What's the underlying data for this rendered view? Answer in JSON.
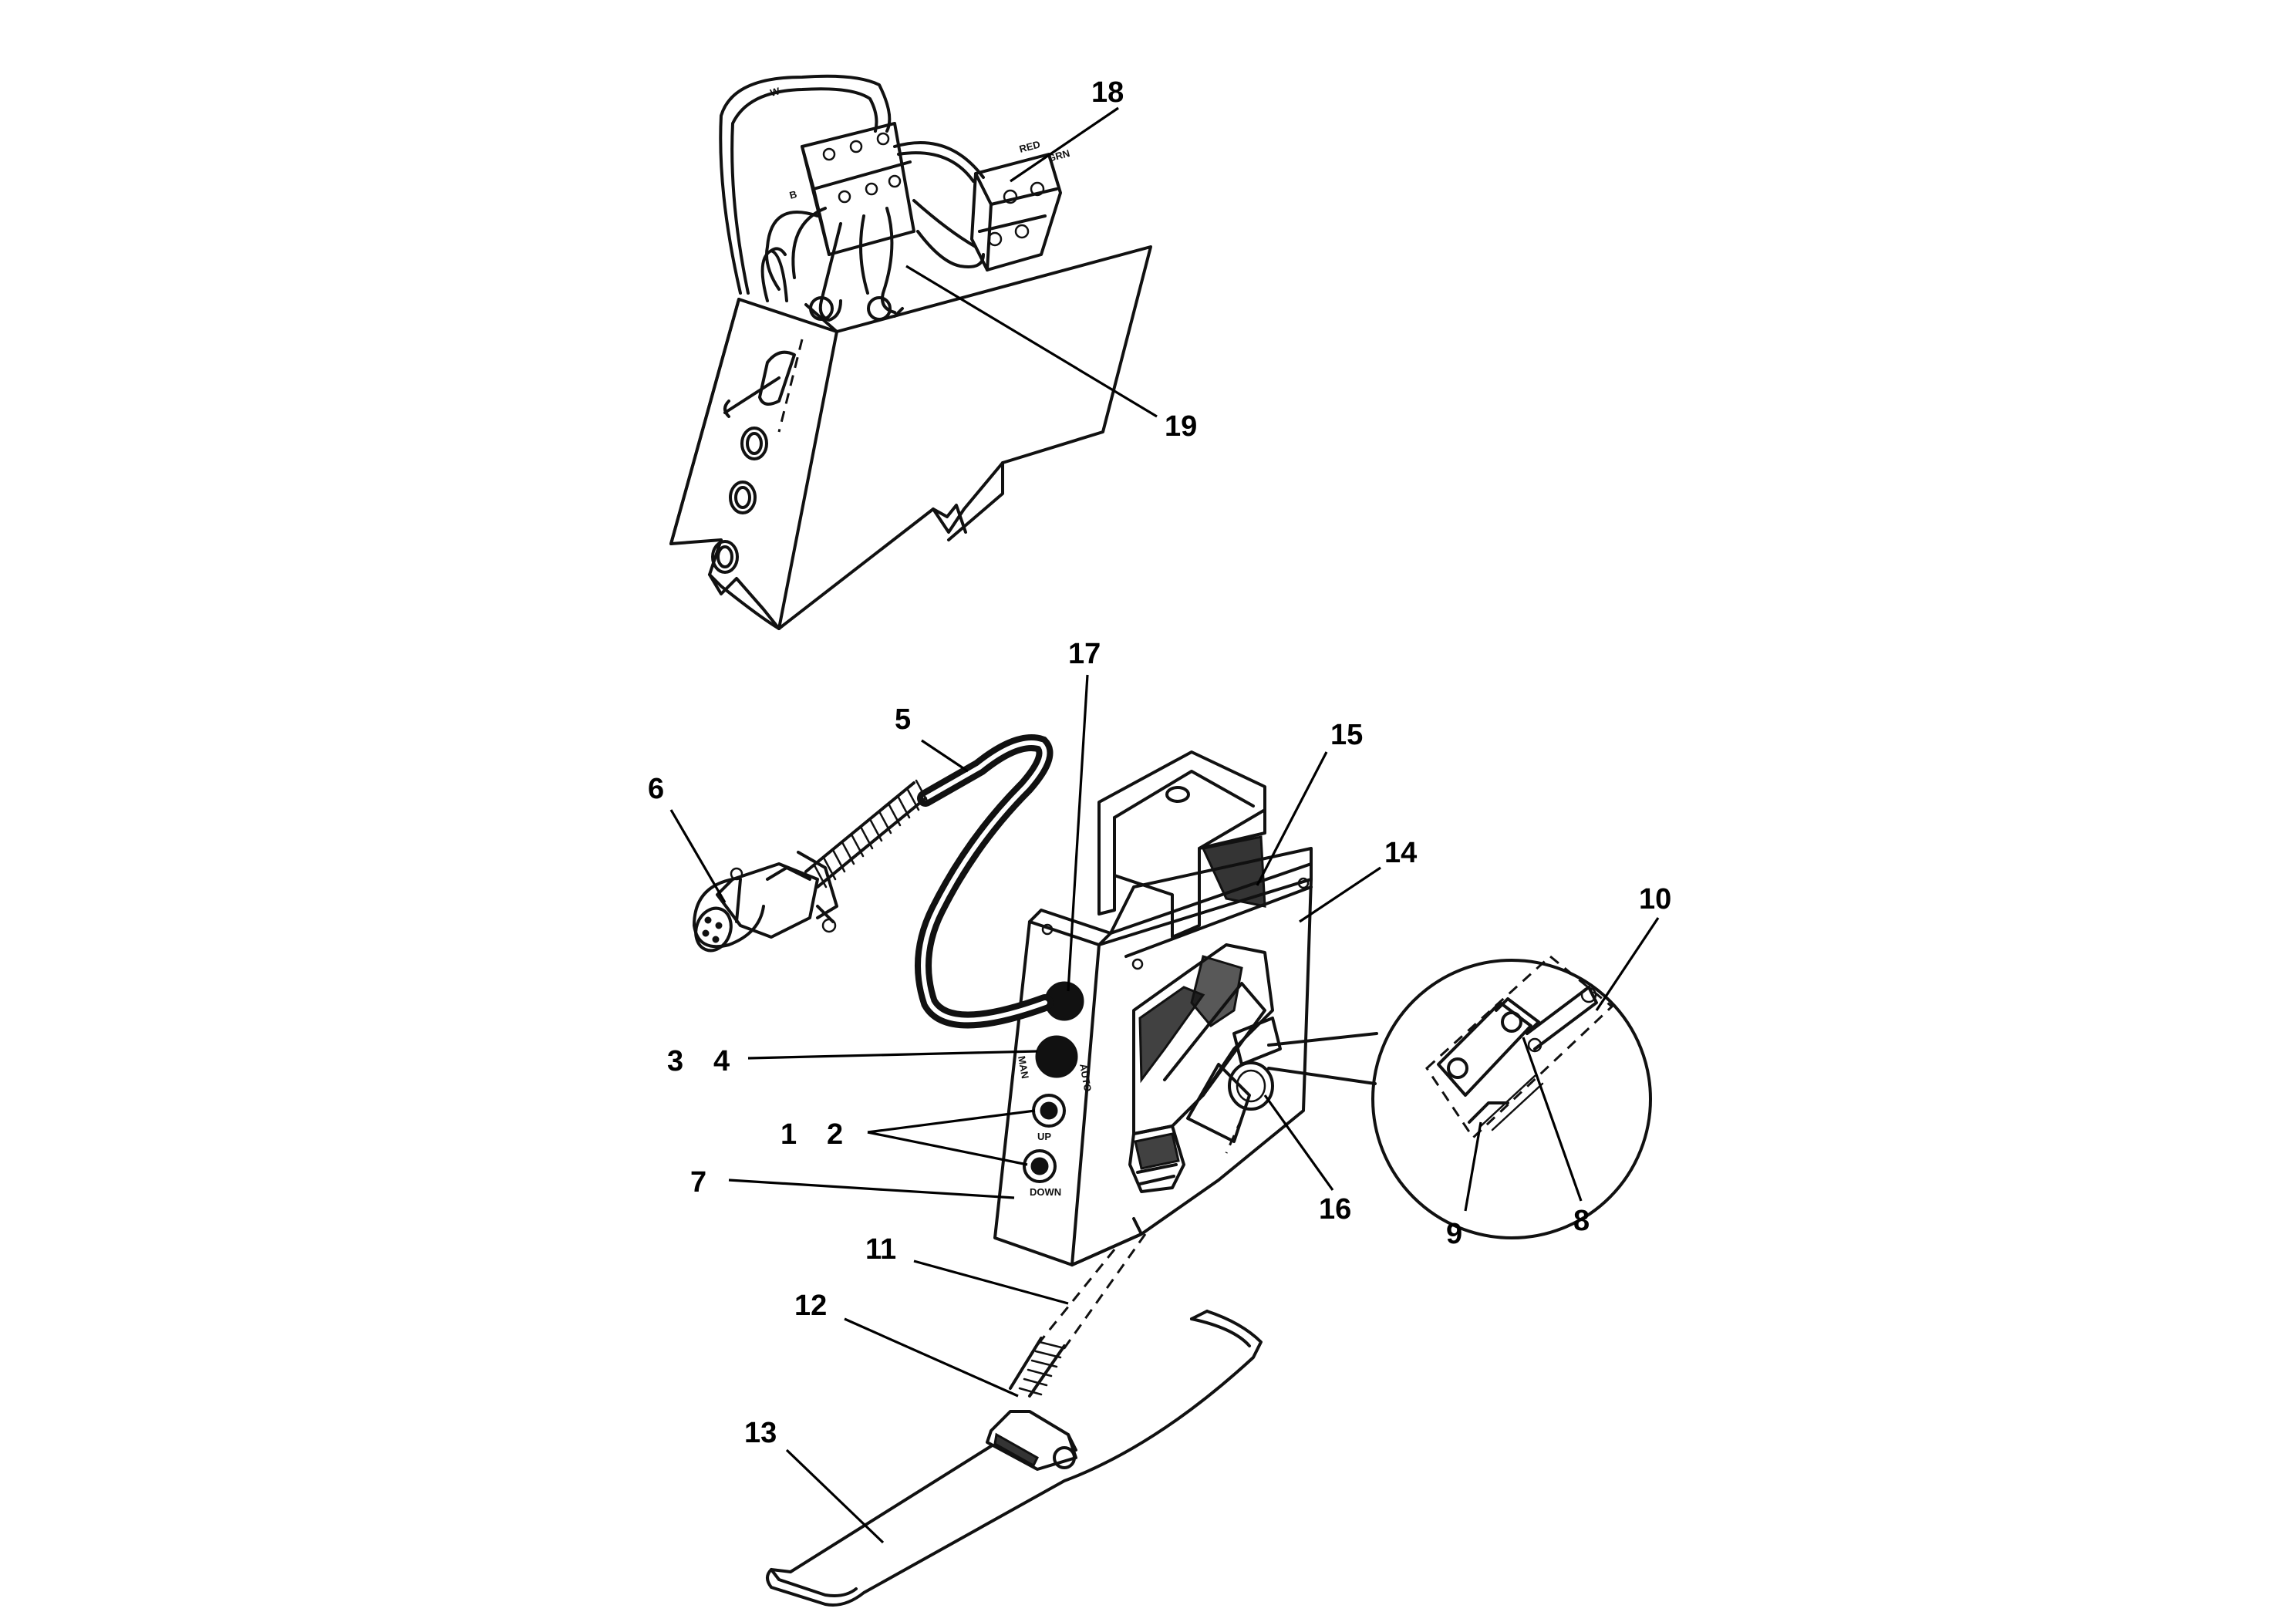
{
  "figure": {
    "callouts": [
      {
        "id": "c1",
        "label": "1"
      },
      {
        "id": "c2",
        "label": "2"
      },
      {
        "id": "c3",
        "label": "3"
      },
      {
        "id": "c4",
        "label": "4"
      },
      {
        "id": "c5",
        "label": "5"
      },
      {
        "id": "c6",
        "label": "6"
      },
      {
        "id": "c7",
        "label": "7"
      },
      {
        "id": "c8",
        "label": "8"
      },
      {
        "id": "c9",
        "label": "9"
      },
      {
        "id": "c10",
        "label": "10"
      },
      {
        "id": "c11",
        "label": "11"
      },
      {
        "id": "c12",
        "label": "12"
      },
      {
        "id": "c13",
        "label": "13"
      },
      {
        "id": "c14",
        "label": "14"
      },
      {
        "id": "c15",
        "label": "15"
      },
      {
        "id": "c16",
        "label": "16"
      },
      {
        "id": "c17",
        "label": "17"
      },
      {
        "id": "c18",
        "label": "18"
      },
      {
        "id": "c19",
        "label": "19"
      }
    ],
    "panel_labels": {
      "up": "UP",
      "down": "DOWN",
      "auto": "AUTO",
      "man": "MAN"
    }
  }
}
